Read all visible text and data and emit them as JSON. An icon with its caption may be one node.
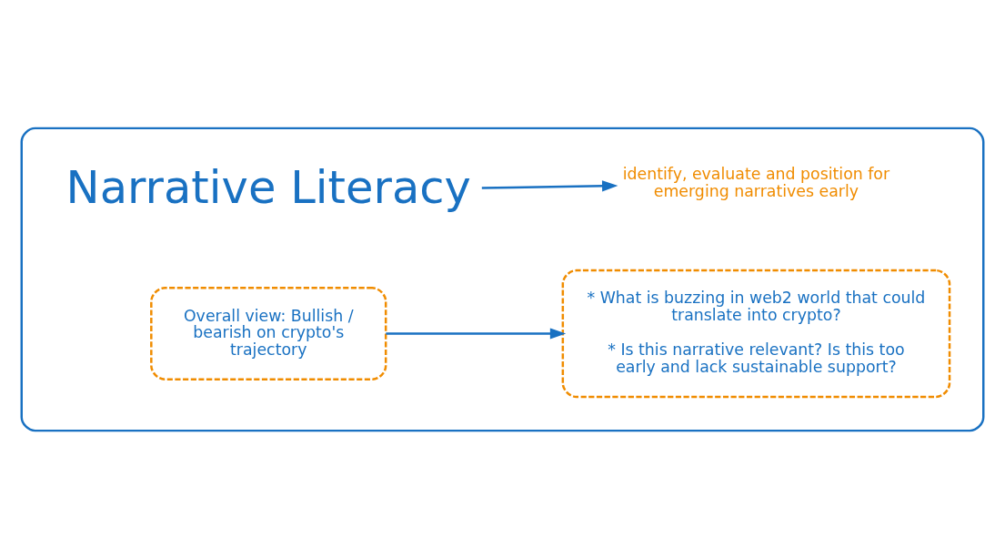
{
  "diagram": {
    "nodes": [
      {
        "text": [],
        "shape": "box"
      },
      {
        "text": [
          "Narrative Literacy"
        ],
        "in": 0
      },
      {
        "text": [
          "identify, evaluate and position for emerging narratives early"
        ],
        "in": 0
      },
      {
        "text": [
          "Overall view: Bullish / bearish on crypto's trajectory"
        ],
        "in": 0
      },
      {
        "text": [
          "* What is buzzing in web2 world that could translate into crypto?",
          "* Is this narrative relevant? Is this too early and lack sustainable support?"
        ],
        "in": 0
      }
    ],
    "edges": [
      {
        "from": 1,
        "to": 2,
        "arrow": "to"
      },
      {
        "from": 3,
        "to": 4,
        "arrow": "to"
      }
    ]
  }
}
